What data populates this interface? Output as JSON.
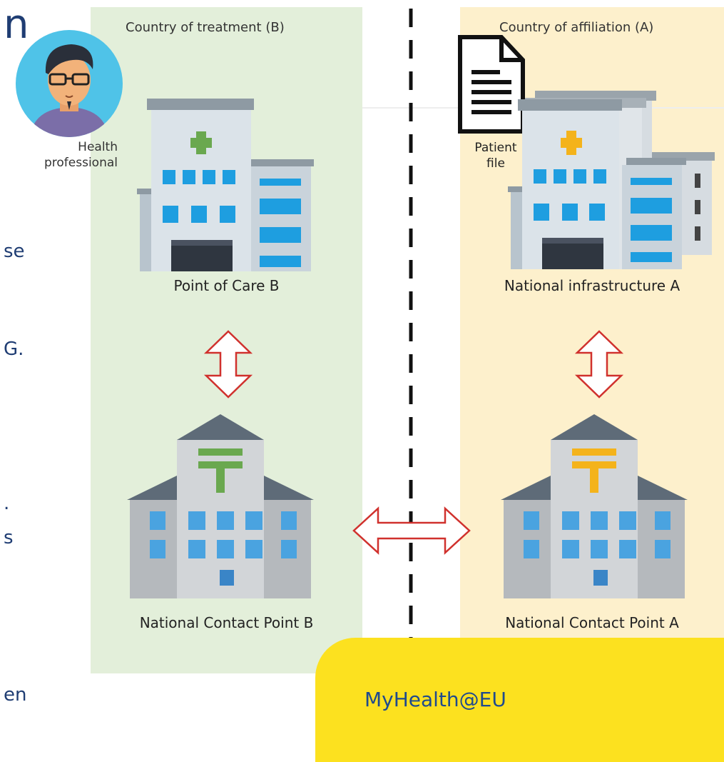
{
  "countries": {
    "treatment": "Country of treatment (B)",
    "affiliation": "Country of affiliation (A)"
  },
  "actors": {
    "health_professional_line1": "Health",
    "health_professional_line2": "professional",
    "patient_file_line1": "Patient",
    "patient_file_line2": "file"
  },
  "nodes": {
    "point_of_care_b": "Point of Care B",
    "national_infrastructure_a": "National infrastructure A",
    "ncp_b": "National Contact Point B",
    "ncp_a": "National Contact Point A"
  },
  "brand": "MyHealth@EU",
  "cut_off_text": {
    "f1": "n",
    "f2": "se",
    "f3": "G.",
    "f4": ".",
    "f5": "s",
    "f6": "en"
  },
  "colors": {
    "panel_b": "#e3efda",
    "panel_a": "#fdf0cc",
    "brand_box": "#fce11f",
    "arrow": "#d0312d"
  }
}
